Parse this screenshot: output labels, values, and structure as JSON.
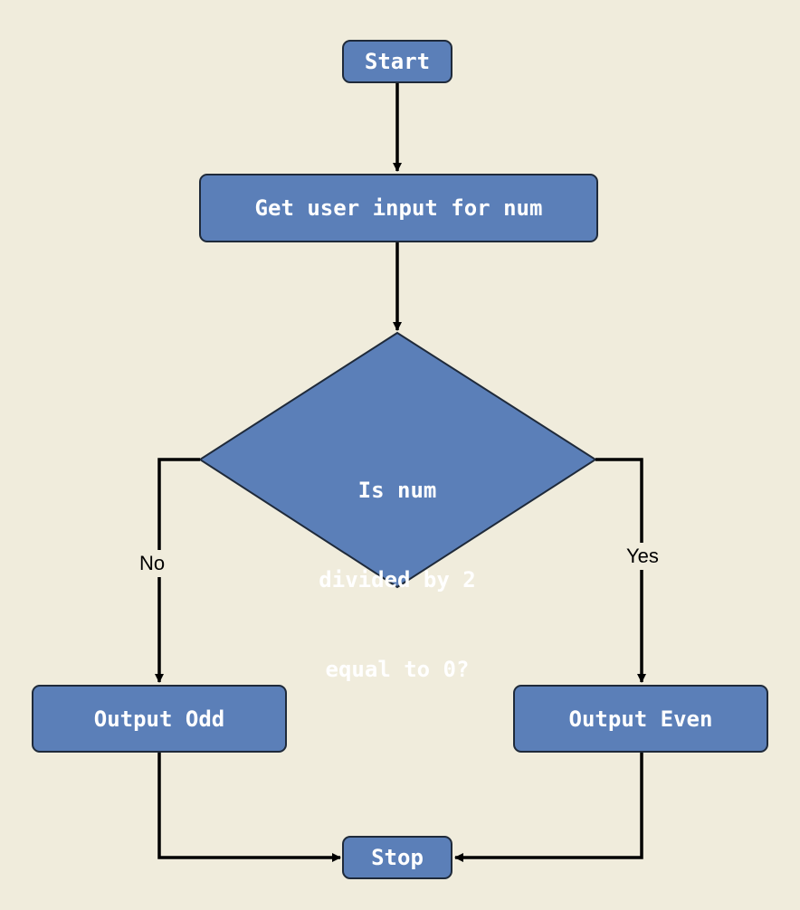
{
  "diagram": {
    "colors": {
      "background": "#f0ecdc",
      "node_fill": "#5b7fb8",
      "node_stroke": "#1f2a3a",
      "node_text": "#ffffff",
      "edge": "#000000"
    },
    "nodes": {
      "start": {
        "label": "Start",
        "shape": "rounded-rectangle"
      },
      "input": {
        "label": "Get user input for num",
        "shape": "rounded-rectangle"
      },
      "decision": {
        "shape": "diamond",
        "lines": [
          "Is num",
          "divided by 2",
          "equal to 0?"
        ]
      },
      "odd": {
        "label": "Output Odd",
        "shape": "rounded-rectangle"
      },
      "even": {
        "label": "Output Even",
        "shape": "rounded-rectangle"
      },
      "stop": {
        "label": "Stop",
        "shape": "rounded-rectangle"
      }
    },
    "edges": [
      {
        "from": "start",
        "to": "input",
        "label": ""
      },
      {
        "from": "input",
        "to": "decision",
        "label": ""
      },
      {
        "from": "decision",
        "to": "odd",
        "label": "No"
      },
      {
        "from": "decision",
        "to": "even",
        "label": "Yes"
      },
      {
        "from": "odd",
        "to": "stop",
        "label": ""
      },
      {
        "from": "even",
        "to": "stop",
        "label": ""
      }
    ],
    "edge_labels": {
      "no": "No",
      "yes": "Yes"
    }
  }
}
